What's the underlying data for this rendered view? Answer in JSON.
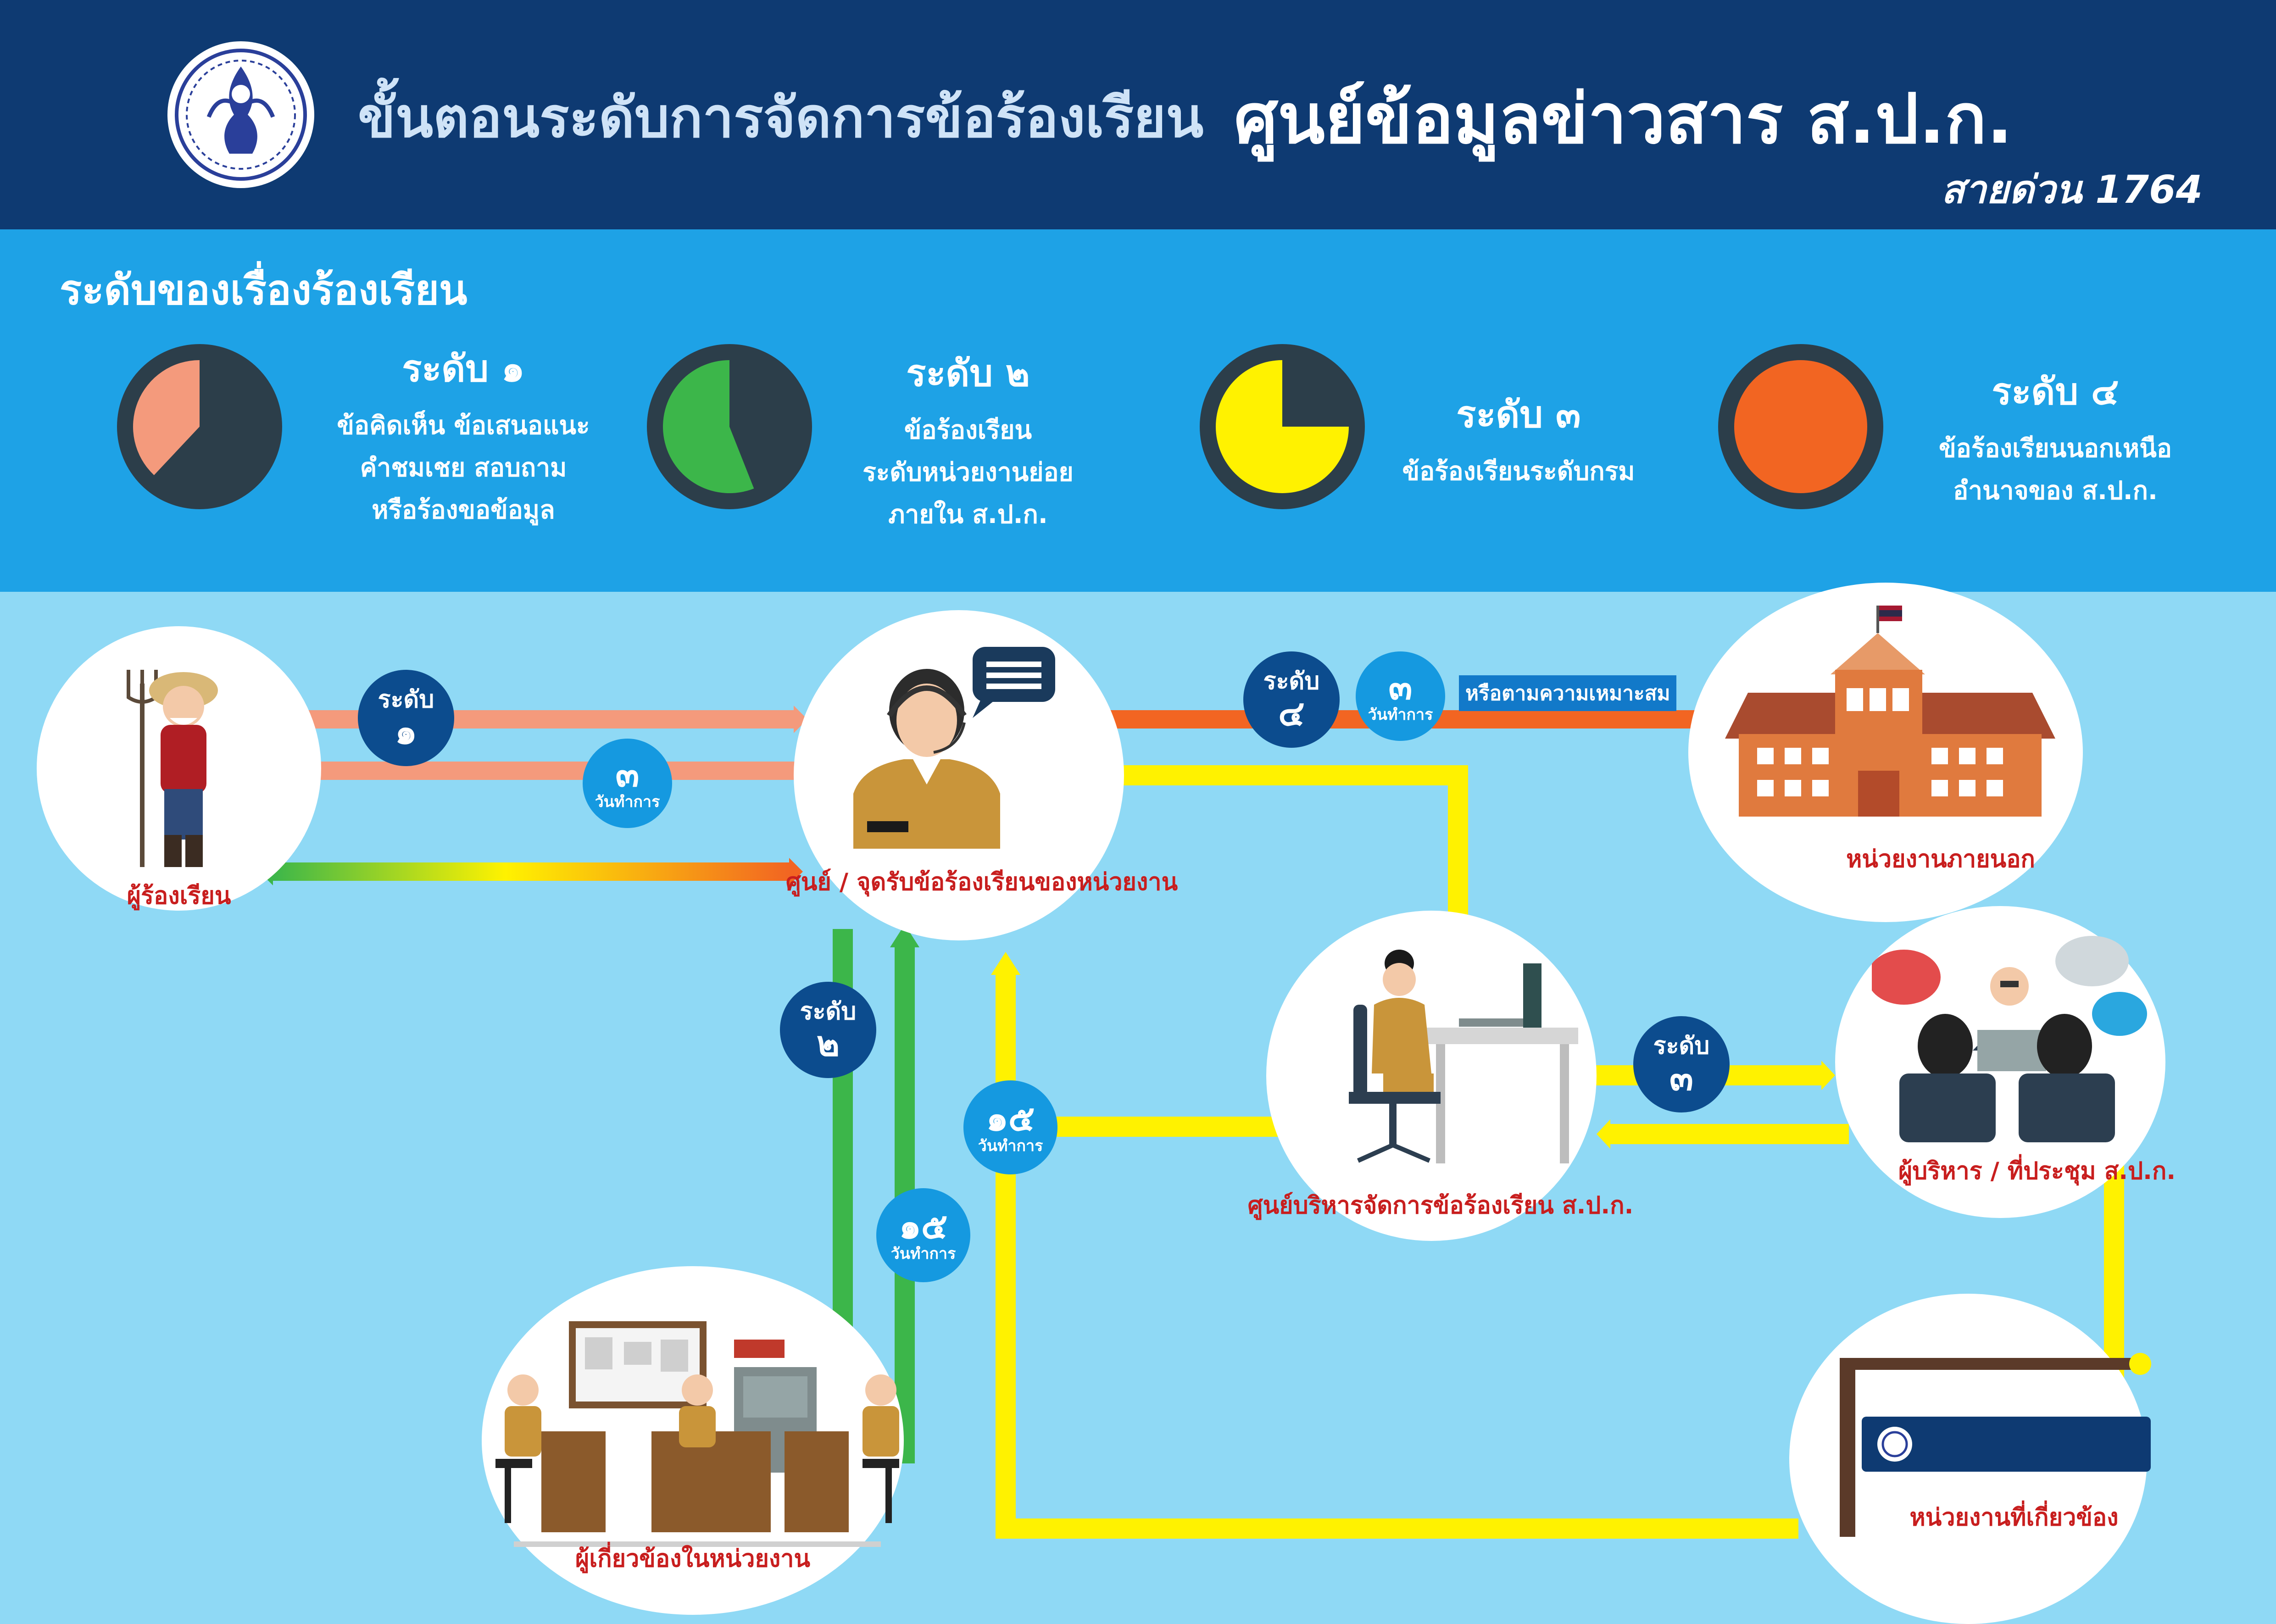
{
  "header": {
    "title_main": "ขั้นตอนระดับการจัดการข้อร้องเรียน",
    "title_org": "ศูนย์ข้อมูลข่าวสาร ส.ป.ก.",
    "hotline": "สายด่วน 1764"
  },
  "levels": {
    "heading": "ระดับของเรื่องร้องเรียน",
    "items": [
      {
        "title": "ระดับ ๑",
        "lines": [
          "ข้อคิดเห็น ข้อเสนอแนะ",
          "คำชมเชย สอบถาม",
          "หรือร้องขอข้อมูล"
        ],
        "color": "#f49a7c",
        "fraction": 0.38
      },
      {
        "title": "ระดับ ๒",
        "lines": [
          "ข้อร้องเรียน",
          "ระดับหน่วยงานย่อย",
          "ภายใน ส.ป.ก."
        ],
        "color": "#3cb64a",
        "fraction": 0.56
      },
      {
        "title": "ระดับ ๓",
        "lines": [
          "ข้อร้องเรียนระดับกรม"
        ],
        "color": "#fff200",
        "fraction": 0.75
      },
      {
        "title": "ระดับ ๔",
        "lines": [
          "ข้อร้องเรียนนอกเหนือ",
          "อำนาจของ ส.ป.ก."
        ],
        "color": "#f26522",
        "fraction": 1.0
      }
    ]
  },
  "nodes": {
    "complainant": "ผู้ร้องเรียน",
    "receiving_center": "ศูนย์ / จุดรับข้อร้องเรียนของหน่วยงาน",
    "external_agency": "หน่วยงานภายนอก",
    "management_center": "ศูนย์บริหารจัดการข้อร้องเรียน ส.ป.ก.",
    "executives": "ผู้บริหาร / ที่ประชุม ส.ป.ก.",
    "unit_staff": "ผู้เกี่ยวข้องในหน่วยงาน",
    "related_agency": "หน่วยงานที่เกี่ยวข้อง"
  },
  "badges": {
    "level_word": "ระดับ",
    "working_days": "วันทำการ",
    "n1": "๑",
    "n2": "๒",
    "n3": "๓",
    "n4": "๔",
    "n15": "๑๕"
  },
  "notes": {
    "or_as_appropriate": "หรือตามความเหมาะสม"
  },
  "colors": {
    "header_bg": "#0e3a72",
    "band_bg": "#1ea2e6",
    "flow_bg": "#8fd9f5",
    "pie_dark": "#2c3e4a",
    "arrow_salmon": "#f49a7c",
    "arrow_orange": "#f26522",
    "arrow_yellow": "#fff200",
    "arrow_green": "#3cb64a",
    "label_red": "#c81e1e"
  }
}
